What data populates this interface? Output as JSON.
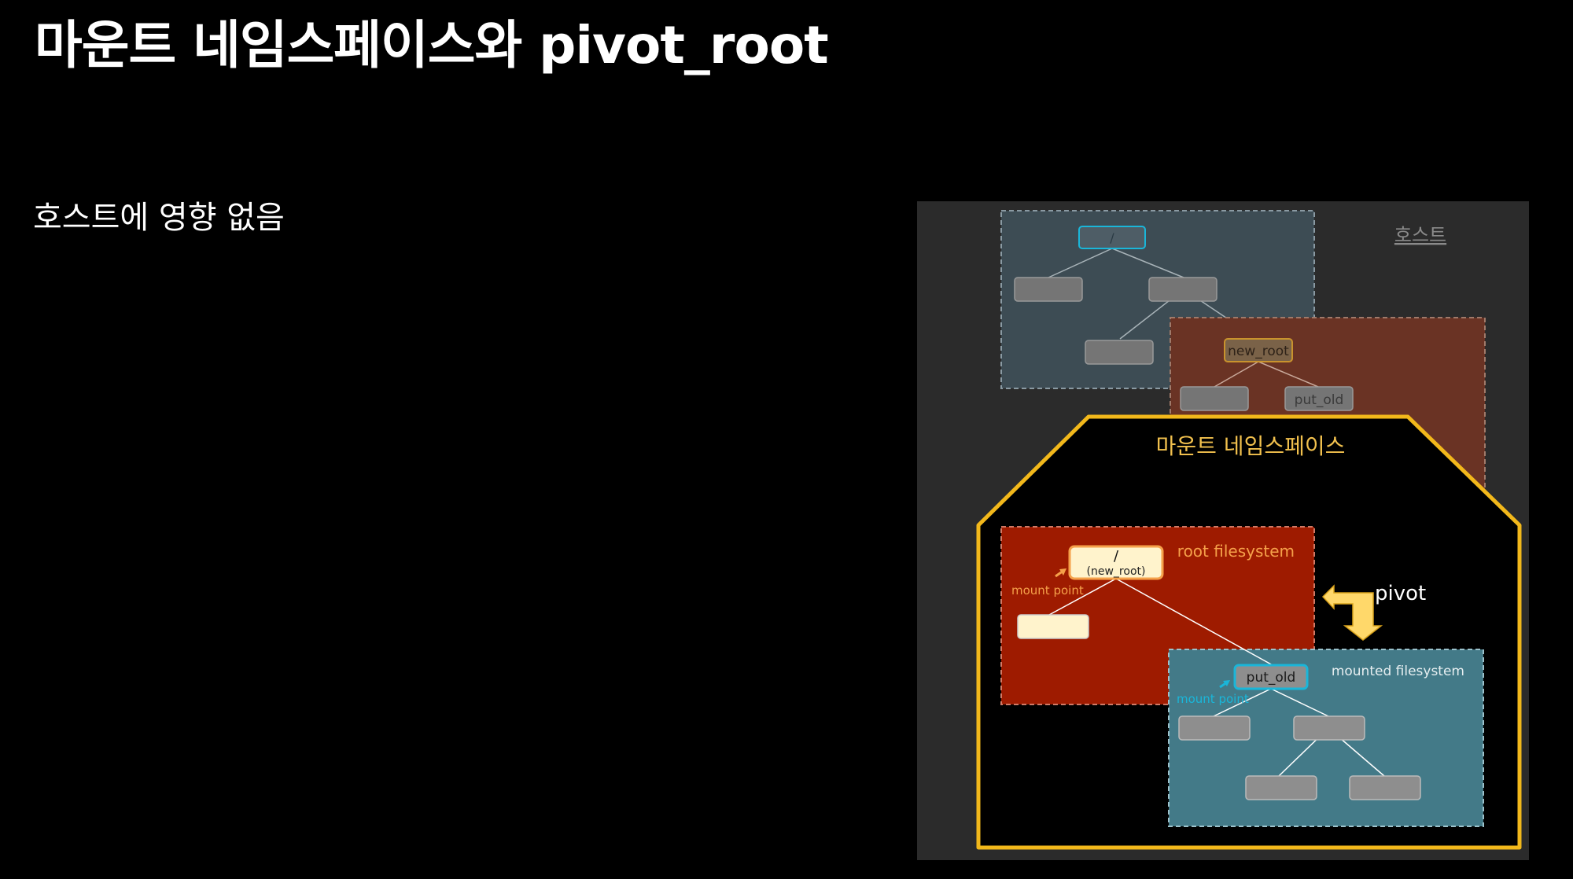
{
  "slide": {
    "title": "마운트 네임스페이스와 pivot_root",
    "subtitle": "호스트에 영향 없음"
  },
  "diagram": {
    "host_label": "호스트",
    "host_root_label": "/",
    "new_root_label": "new_root",
    "host_put_old_label": "put_old",
    "namespace_label": "마운트 네임스페이스",
    "root_fs_label": "root filesystem",
    "new_root_slash": "/",
    "new_root_paren": "(new_root)",
    "mount_point_label_1": "mount point",
    "put_old_label": "put_old",
    "mount_point_label_2": "mount point",
    "mounted_fs_label": "mounted filesystem",
    "pivot_label": "pivot"
  },
  "colors": {
    "background": "#000000",
    "panel": "#2b2b2b",
    "host_box": "#3d4c54",
    "host_overlay": "#6a3324",
    "namespace_border": "#f2b81b",
    "root_fs_fill": "#9e1b00",
    "mounted_fs_fill": "#437a88",
    "node_gray": "#8e8e8e",
    "node_cream": "#fff3cc",
    "orange_text": "#f5a14a",
    "cyan_accent": "#1ab6d9"
  }
}
